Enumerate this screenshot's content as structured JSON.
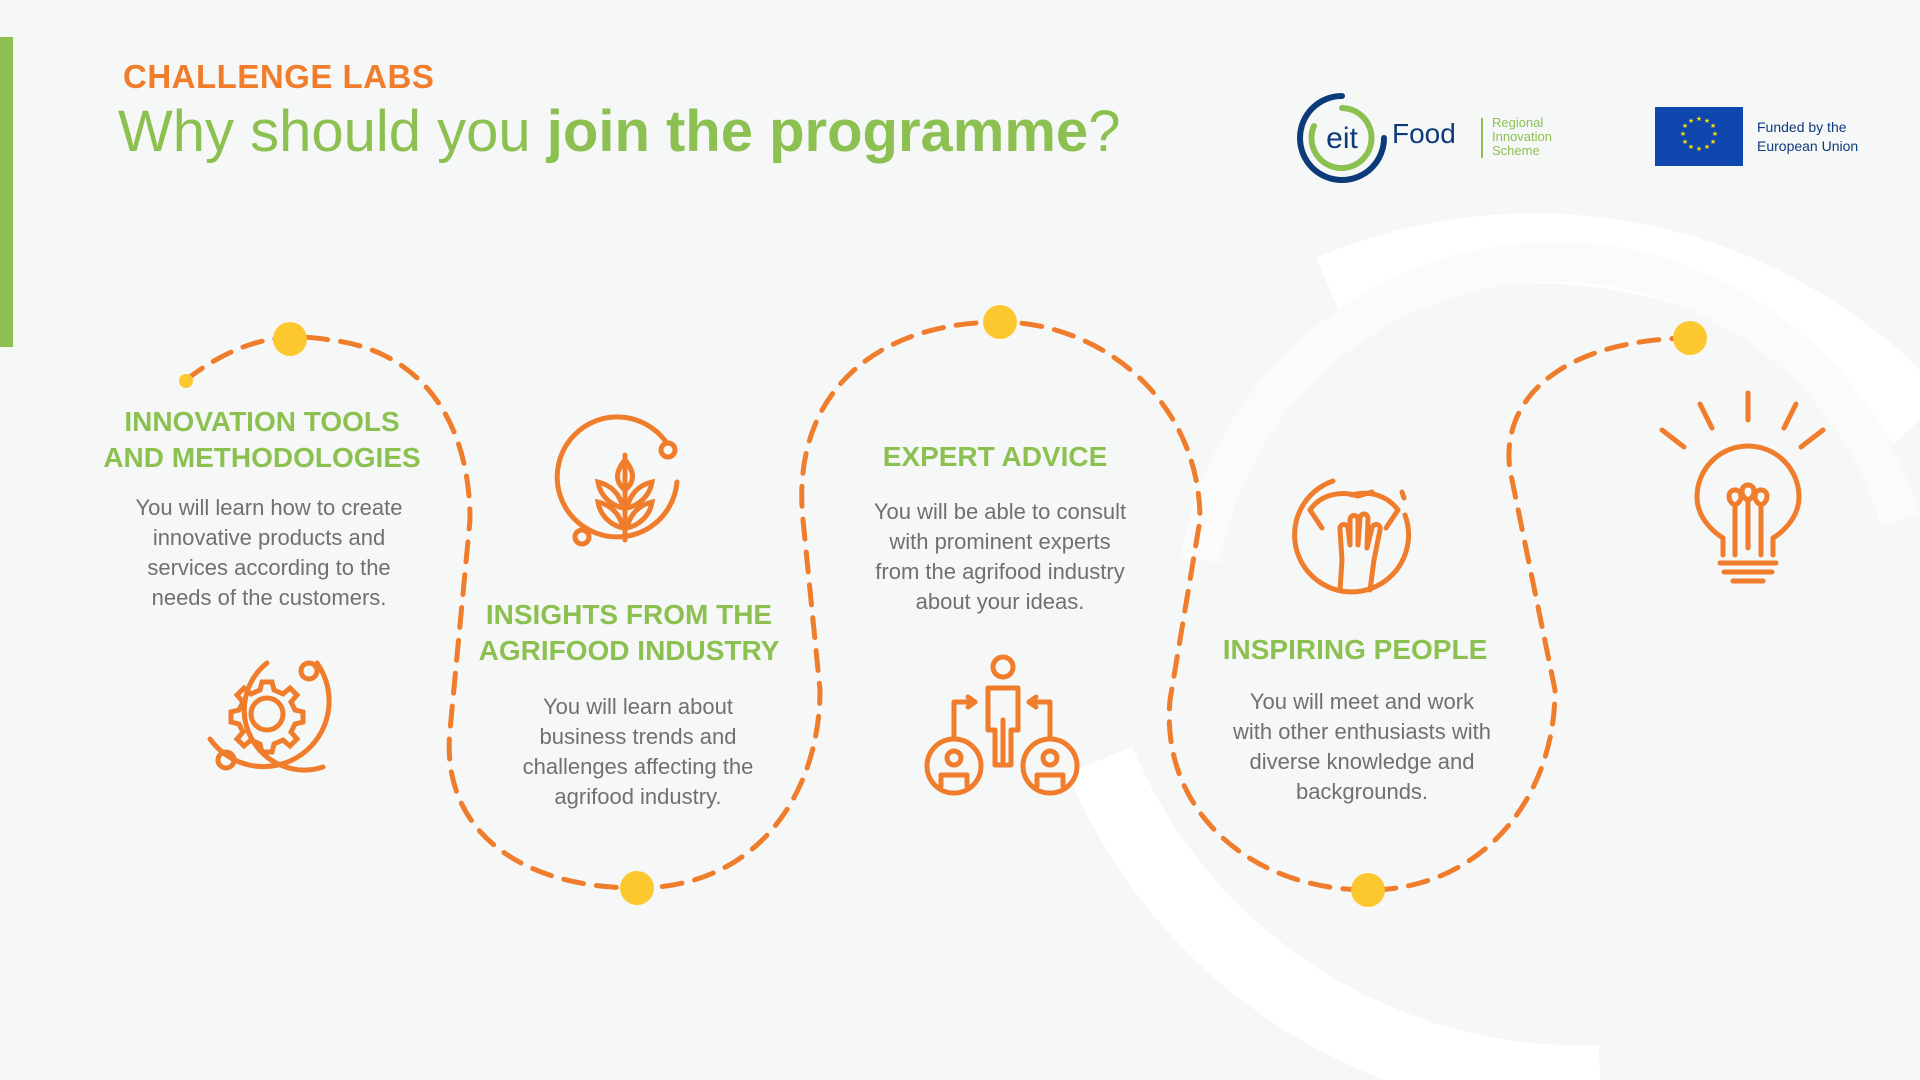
{
  "header": {
    "eyebrow": "CHALLENGE LABS",
    "title_regular": "Why should you ",
    "title_bold": "join the programme",
    "title_end": "?"
  },
  "logos": {
    "eit": {
      "mark": "eit",
      "name": "Food",
      "tagline": [
        "Regional",
        "Innovation",
        "Scheme"
      ]
    },
    "eu": {
      "text": [
        "Funded by the",
        "European Union"
      ]
    }
  },
  "steps": [
    {
      "title": [
        "INNOVATION TOOLS",
        "AND METHODOLOGIES"
      ],
      "text": [
        "You will learn how to create",
        "innovative products and",
        "services according to the",
        "needs of the customers."
      ],
      "icon": "gear-icon"
    },
    {
      "title": [
        "INSIGHTS FROM THE",
        "AGRIFOOD INDUSTRY"
      ],
      "text": [
        "You will learn about",
        "business trends and",
        "challenges affecting the",
        "agrifood industry."
      ],
      "icon": "wheat-icon"
    },
    {
      "title": [
        "EXPERT ADVICE"
      ],
      "text": [
        "You will be able to consult",
        "with prominent experts",
        "from the agrifood industry",
        "about your ideas."
      ],
      "icon": "expert-network-icon"
    },
    {
      "title": [
        "INSPIRING PEOPLE"
      ],
      "text": [
        "You will meet and work",
        "with other enthusiasts with",
        "diverse knowledge and",
        "backgrounds."
      ],
      "icon": "hands-together-icon"
    },
    {
      "title": [],
      "text": [],
      "icon": "lightbulb-icon"
    }
  ],
  "colors": {
    "green": "#8cc152",
    "orange": "#ef7d2c",
    "yellow": "#fdc82f",
    "navy": "#0d3b7a",
    "text_gray": "#707070",
    "eu_blue": "#0f47af"
  }
}
